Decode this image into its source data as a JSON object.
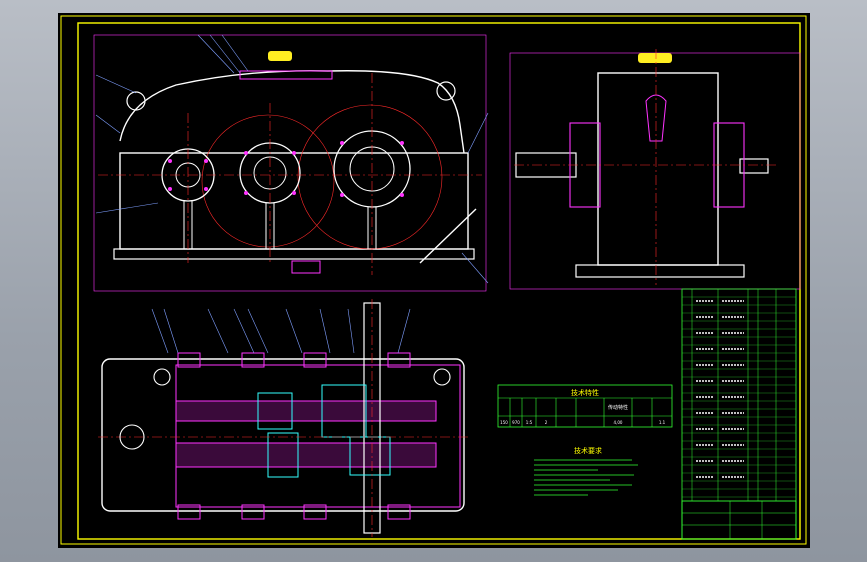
{
  "colors": {
    "background": "#000000",
    "outline": "#ffffff",
    "frame": "#ffff00",
    "centerline": "#ff2a2a",
    "part": "#ff33ff",
    "label": "#7f9fff",
    "table": "#33ff33",
    "dimension": "#33ffff",
    "knob": "#ffee22"
  },
  "icons": {
    "knob": "filler-knob-icon",
    "lifting_eye": "lifting-eye-icon",
    "dipstick": "oil-dipstick-icon"
  },
  "tech_table": {
    "title": "技术特性",
    "label_a": "传动特性",
    "values": [
      "150",
      "970",
      "1:5",
      "2",
      "4,00",
      "1.1"
    ]
  },
  "tech_notes": {
    "title": "技术要求"
  }
}
